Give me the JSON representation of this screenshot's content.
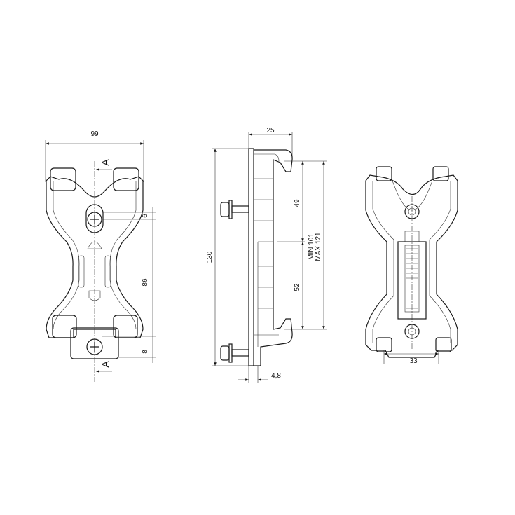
{
  "front_view": {
    "width_dim": "99",
    "section_top": "A",
    "section_bottom": "A",
    "dim_slot": "6",
    "dim_height": "86",
    "dim_bottom": "8"
  },
  "side_view": {
    "depth_dim": "25",
    "height_dim": "130",
    "dim_upper": "49",
    "dim_lower": "52",
    "range_min": "MIN 101",
    "range_max": "MAX 121",
    "plate_dim": "4,8"
  },
  "rear_view": {
    "width_dim": "33"
  }
}
